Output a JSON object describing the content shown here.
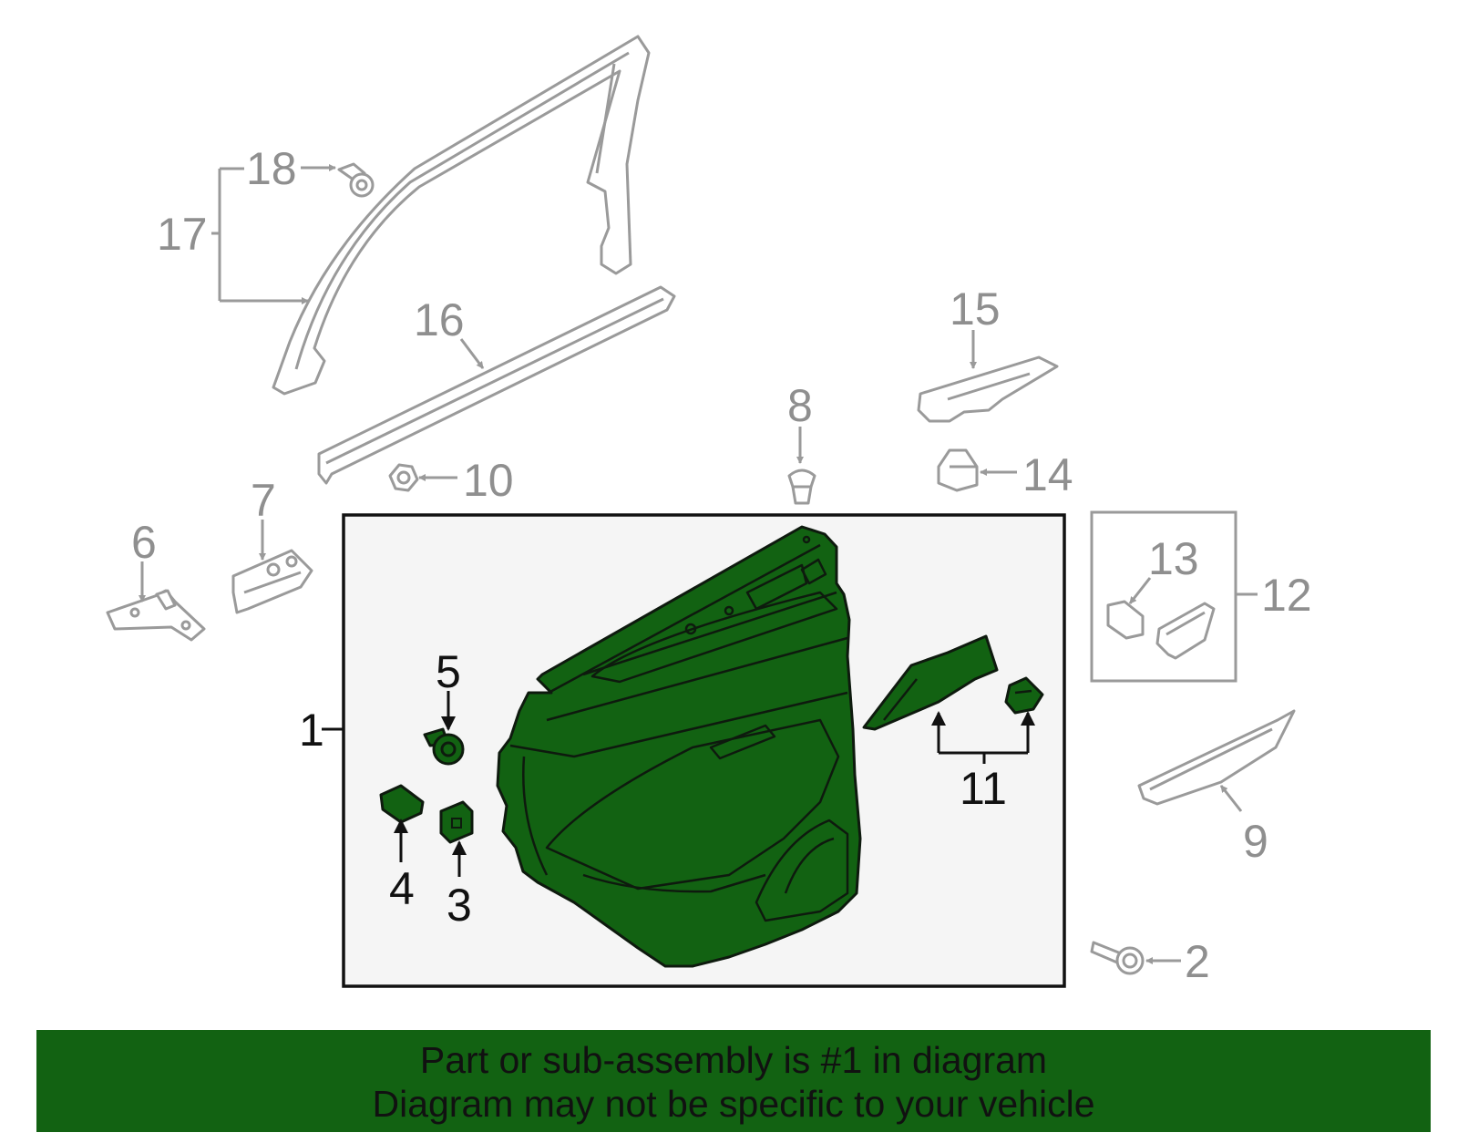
{
  "colors": {
    "highlight": "#126212",
    "text": "#111111",
    "other_parts": "#9a9a9a",
    "box_background": "#f5f5f5"
  },
  "callouts": {
    "1": "1",
    "2": "2",
    "3": "3",
    "4": "4",
    "5": "5",
    "6": "6",
    "7": "7",
    "8": "8",
    "9": "9",
    "10": "10",
    "11": "11",
    "12": "12",
    "13": "13",
    "14": "14",
    "15": "15",
    "16": "16",
    "17": "17",
    "18": "18"
  },
  "highlighted_part": "1",
  "banner": {
    "line1": "Part or sub-assembly is #1 in diagram",
    "line2": "Diagram may not be specific to your vehicle"
  }
}
